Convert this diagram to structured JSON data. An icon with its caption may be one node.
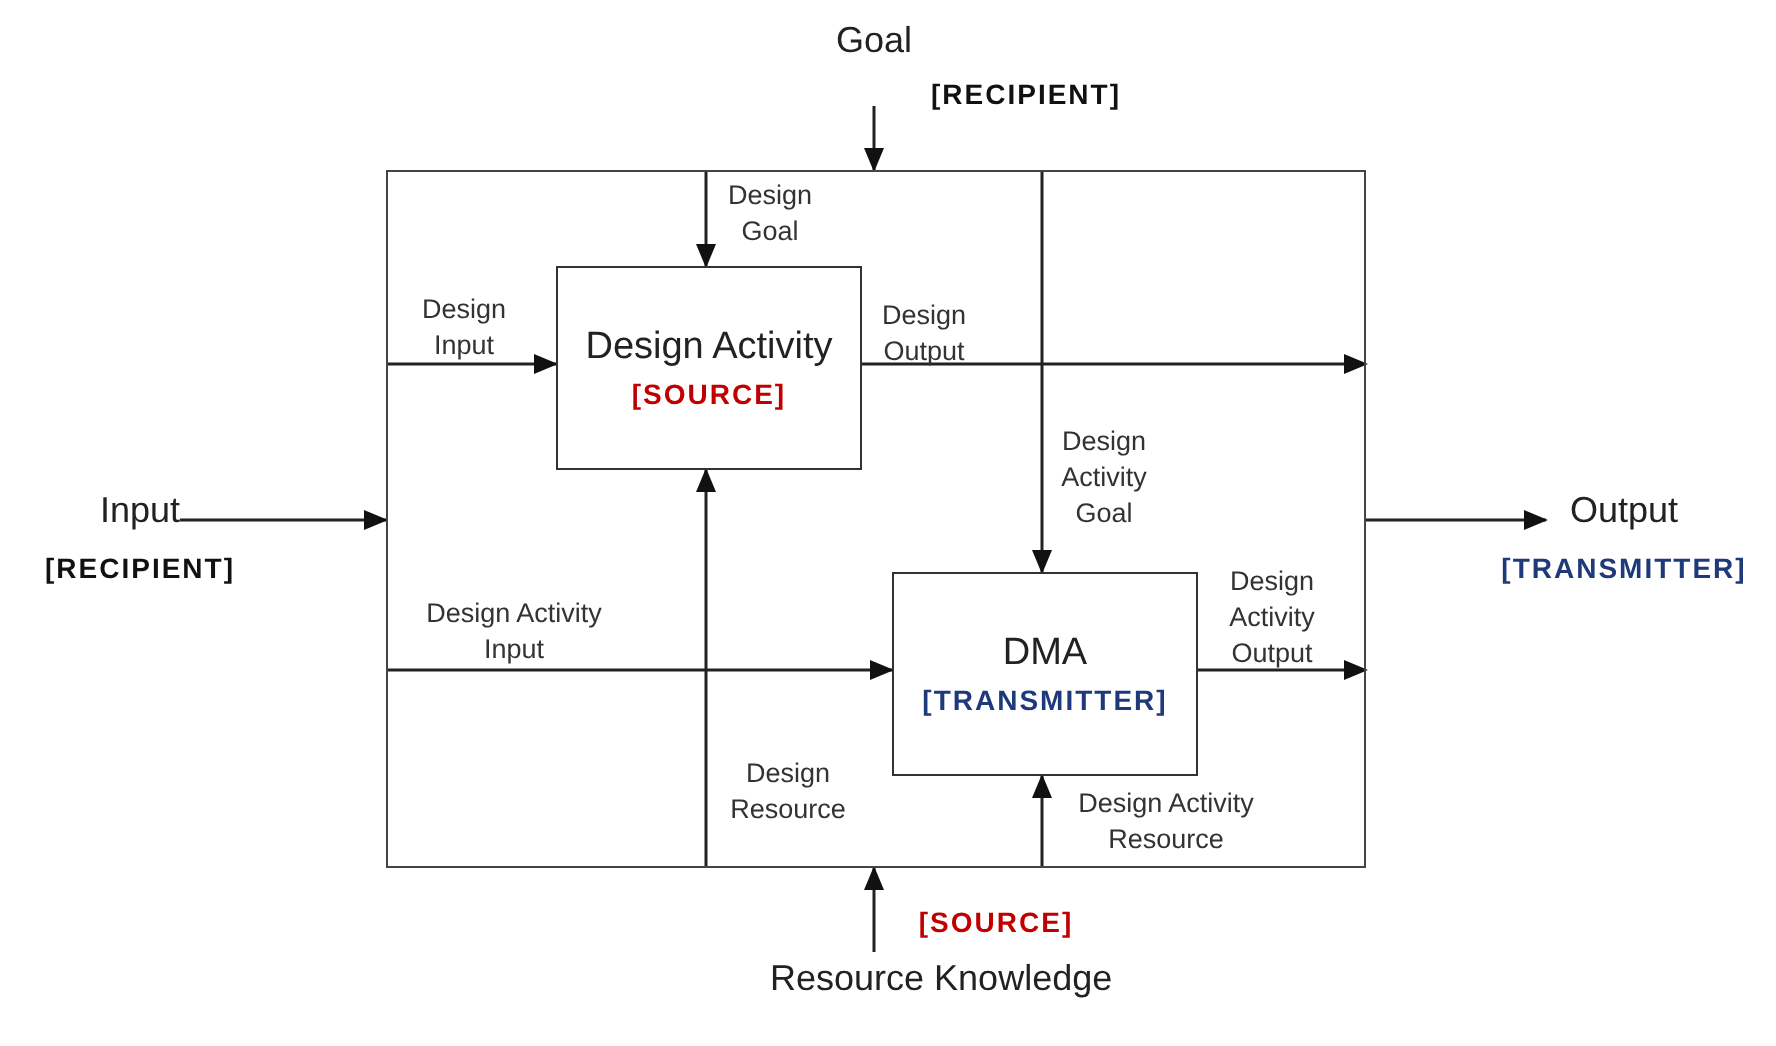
{
  "diagram": {
    "nodes": [
      {
        "text": [
          "Goal"
        ],
        "beside": [
          "[RECIPIENT]"
        ]
      },
      {
        "text": [
          "Input"
        ],
        "beside": [
          "[RECIPIENT]"
        ]
      },
      {
        "text": [],
        "shape": "box"
      },
      {
        "text": [
          "Design Activity",
          "[SOURCE]"
        ],
        "in": 2
      },
      {
        "text": [
          "DMA",
          "[TRANSMITTER]"
        ],
        "in": 2
      },
      {
        "text": [
          "Output"
        ],
        "beside": [
          "[TRANSMITTER]"
        ]
      },
      {
        "text": [
          "Resource Knowledge"
        ],
        "beside": [
          "[SOURCE]"
        ]
      }
    ],
    "edges": [
      {
        "from": 0,
        "to": 2,
        "arrow": "to"
      },
      {
        "from": 1,
        "to": 2,
        "arrow": "to"
      },
      {
        "from": 2,
        "to": 5,
        "arrow": "to"
      },
      {
        "from": 6,
        "to": 2,
        "arrow": "to"
      },
      {
        "from": 2,
        "to": 3,
        "arrow": "to",
        "label": "Design Goal"
      },
      {
        "from": 2,
        "to": 3,
        "arrow": "to",
        "label": "Design Input"
      },
      {
        "from": 3,
        "to": 2,
        "arrow": "to",
        "label": "Design Output"
      },
      {
        "from": 2,
        "to": 4,
        "arrow": "to",
        "label": "Design Activity Goal"
      },
      {
        "from": 2,
        "to": 4,
        "arrow": "to",
        "label": "Design Activity Input"
      },
      {
        "from": 4,
        "to": 2,
        "arrow": "to",
        "label": "Design Activity Output"
      },
      {
        "from": 2,
        "to": 3,
        "arrow": "to",
        "label": "Design Resource"
      },
      {
        "from": 2,
        "to": 4,
        "arrow": "to",
        "label": "Design Activity Resource"
      }
    ]
  }
}
